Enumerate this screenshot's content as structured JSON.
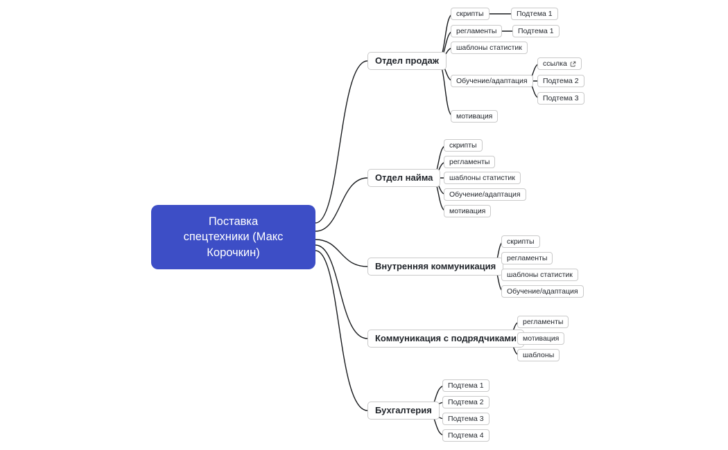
{
  "colors": {
    "root-bg": "#3d4ec6",
    "root-text": "#ffffff",
    "node-bg": "#ffffff",
    "node-border": "#c9c9c9",
    "node-text": "#1f2329",
    "line": "#17191c",
    "canvas-bg": "#ffffff"
  },
  "root": {
    "label": "Поставка спецтехники (Макс Корочкин)",
    "lines": [
      "Поставка",
      "спецтехники (Макс",
      "Корочкин)"
    ]
  },
  "branches": [
    {
      "label": "Отдел продаж",
      "children": [
        {
          "label": "скрипты",
          "children": [
            {
              "label": "Подтема 1"
            }
          ]
        },
        {
          "label": "регламенты",
          "children": [
            {
              "label": "Подтема 1"
            }
          ]
        },
        {
          "label": "шаблоны статистик"
        },
        {
          "label": "Обучение/адаптация",
          "children": [
            {
              "label": "ссылка",
              "icon": "external-link"
            },
            {
              "label": "Подтема 2"
            },
            {
              "label": "Подтема 3"
            }
          ]
        },
        {
          "label": "мотивация"
        }
      ]
    },
    {
      "label": "Отдел найма",
      "children": [
        {
          "label": "скрипты"
        },
        {
          "label": "регламенты"
        },
        {
          "label": "шаблоны статистик"
        },
        {
          "label": "Обучение/адаптация"
        },
        {
          "label": "мотивация"
        }
      ]
    },
    {
      "label": "Внутренняя коммуникация",
      "children": [
        {
          "label": "скрипты"
        },
        {
          "label": "регламенты"
        },
        {
          "label": "шаблоны статистик"
        },
        {
          "label": "Обучение/адаптация"
        }
      ]
    },
    {
      "label": "Коммуникация с подрядчиками",
      "children": [
        {
          "label": "регламенты"
        },
        {
          "label": "мотивация"
        },
        {
          "label": "шаблоны"
        }
      ]
    },
    {
      "label": "Бухгалтерия",
      "children": [
        {
          "label": "Подтема 1"
        },
        {
          "label": "Подтема 2"
        },
        {
          "label": "Подтема 3"
        },
        {
          "label": "Подтема 4"
        }
      ]
    }
  ]
}
